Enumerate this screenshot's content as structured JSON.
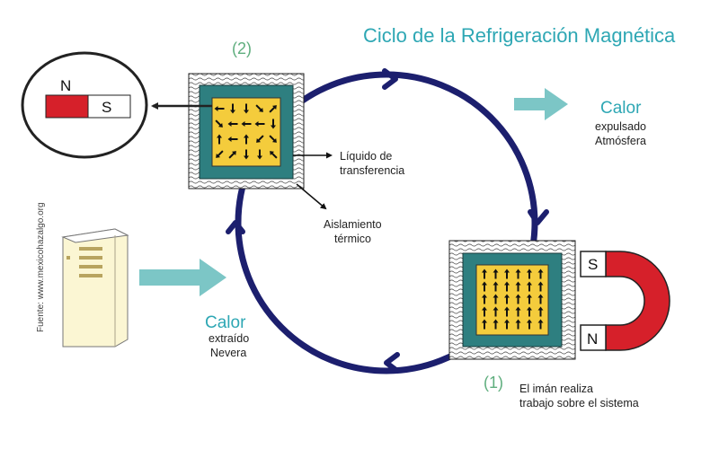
{
  "title": "Ciclo de la Refrigeración Magnética",
  "stage_labels": {
    "stage2": "(2)",
    "stage1": "(1)"
  },
  "labels": {
    "fluid": [
      "Líquido de",
      "transferencia"
    ],
    "insulation": [
      "Aislamiento",
      "térmico"
    ],
    "heat_out_title": "Calor",
    "heat_out": [
      "expulsado",
      "Atmósfera"
    ],
    "heat_in_title": "Calor",
    "heat_in": [
      "extraído",
      "Nevera"
    ],
    "work": [
      "El imán realiza",
      "trabajo sobre el sistema"
    ]
  },
  "magnets": {
    "bar_north": "N",
    "bar_south": "S",
    "horseshoe_south": "S",
    "horseshoe_north": "N"
  },
  "source": "Fuente: www.mexicohazalgo.org",
  "colors": {
    "cycle": "#1c1f6e",
    "teal_arrow": "#7cc6c6",
    "title": "#2ea7b4",
    "stage_number": "#5fae7e",
    "magnet_red": "#d6202a",
    "core_teal": "#2e7f80",
    "material_yellow": "#f4cc3c",
    "fridge_cream": "#fbf6d3"
  },
  "icons": [
    "bar-magnet-icon",
    "horseshoe-magnet-icon",
    "refrigerator-icon"
  ]
}
